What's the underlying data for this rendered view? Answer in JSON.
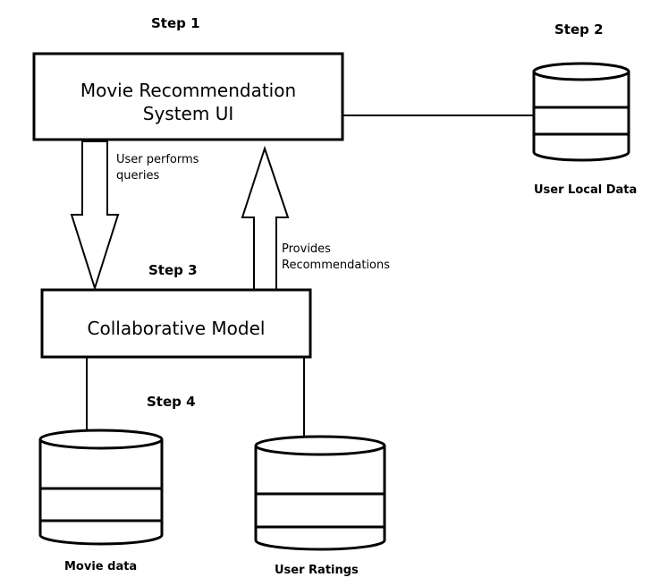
{
  "steps": {
    "step1": "Step 1",
    "step2": "Step 2",
    "step3": "Step 3",
    "step4": "Step 4"
  },
  "boxes": {
    "ui": {
      "line1": "Movie Recommendation",
      "line2": "System  UI"
    },
    "model": "Collaborative Model"
  },
  "arrows": {
    "queries": {
      "line1": "User performs",
      "line2": "queries"
    },
    "recommendations": {
      "line1": "Provides",
      "line2": "Recommendations"
    }
  },
  "databases": {
    "local": "User Local Data",
    "movie": "Movie data",
    "ratings": "User Ratings"
  },
  "icons": {
    "database": "database-cylinder-icon",
    "arrow_down": "arrow-down-icon",
    "arrow_up": "arrow-up-icon"
  },
  "colors": {
    "stroke": "#000000",
    "background": "#ffffff"
  }
}
